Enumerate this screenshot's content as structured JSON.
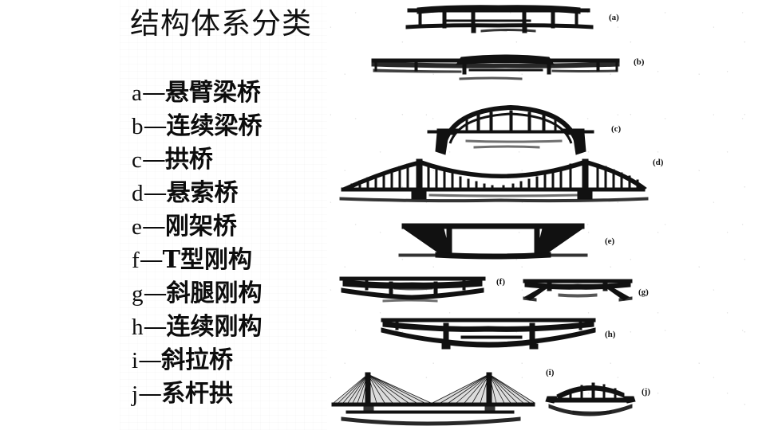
{
  "slide": {
    "title": "结构体系分类",
    "background_color": "#ffffff",
    "ink_color": "#111111"
  },
  "legend": {
    "items": [
      {
        "key": "a",
        "dash": "—",
        "term": "悬臂梁桥",
        "figure": "a"
      },
      {
        "key": "b",
        "dash": "—",
        "term": "连续梁桥",
        "figure": "b"
      },
      {
        "key": "c",
        "dash": "—",
        "term": "拱桥",
        "figure": "c"
      },
      {
        "key": "d",
        "dash": "—",
        "term": "悬索桥",
        "figure": "d"
      },
      {
        "key": "e",
        "dash": "—",
        "term": "刚架桥",
        "figure": "e"
      },
      {
        "key": "f",
        "dash": "—",
        "term": "T型刚构",
        "figure": "f"
      },
      {
        "key": "g",
        "dash": "—",
        "term": "斜腿刚构",
        "figure": "g"
      },
      {
        "key": "h",
        "dash": "—",
        "term": "连续刚构",
        "figure": "h"
      },
      {
        "key": "i",
        "dash": "—",
        "term": "斜拉桥",
        "figure": "i"
      },
      {
        "key": "j",
        "dash": "—",
        "term": "系杆拱",
        "figure": "j"
      }
    ]
  },
  "figures": [
    {
      "id": "a",
      "label": "(a)",
      "caption": "悬臂梁桥"
    },
    {
      "id": "b",
      "label": "(b)",
      "caption": "连续梁桥"
    },
    {
      "id": "c",
      "label": "(c)",
      "caption": "拱桥"
    },
    {
      "id": "d",
      "label": "(d)",
      "caption": "悬索桥"
    },
    {
      "id": "e",
      "label": "(e)",
      "caption": "刚架桥"
    },
    {
      "id": "f",
      "label": "(f)",
      "caption": "T型刚构"
    },
    {
      "id": "g",
      "label": "(g)",
      "caption": "斜腿刚构"
    },
    {
      "id": "h",
      "label": "(h)",
      "caption": "连续刚构"
    },
    {
      "id": "i",
      "label": "(i)",
      "caption": "斜拉桥"
    },
    {
      "id": "j",
      "label": "(j)",
      "caption": "系杆拱"
    }
  ]
}
